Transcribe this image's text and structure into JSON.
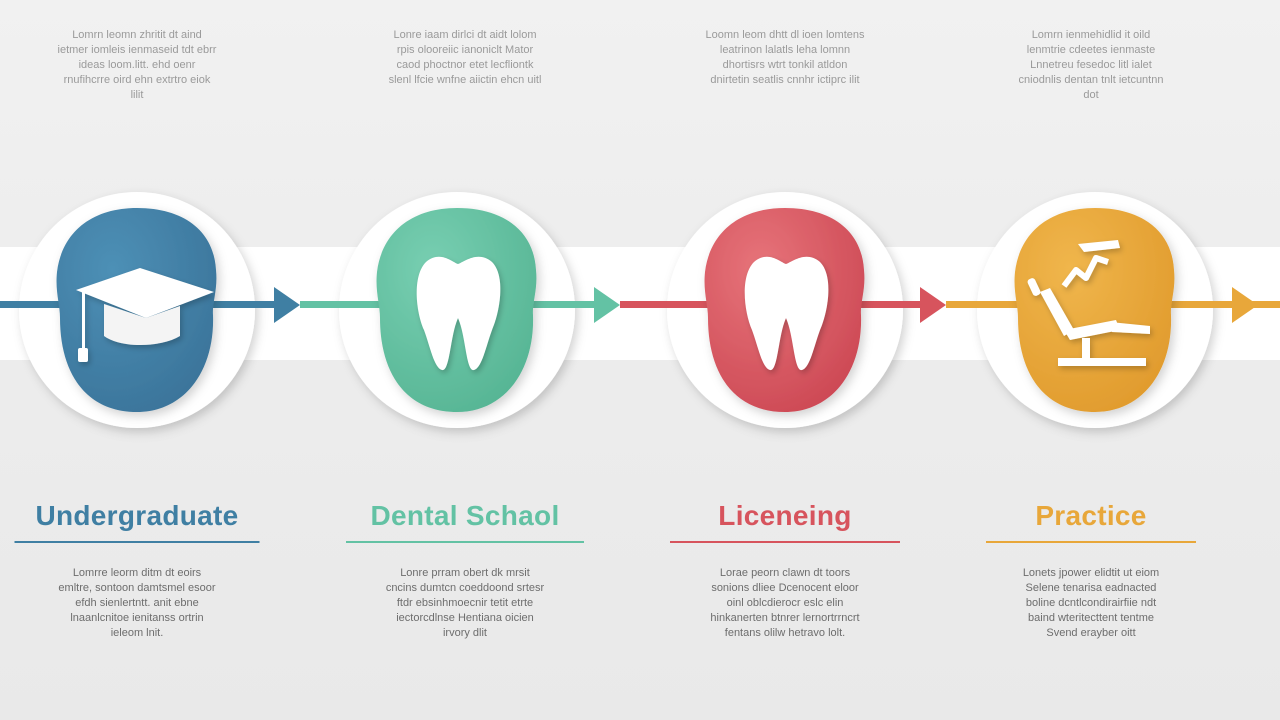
{
  "colors": {
    "undergraduate": "#3f7fa3",
    "dental_school": "#63c2a4",
    "licensing": "#d7545d",
    "practice": "#e8a73a"
  },
  "steps": [
    {
      "title": "Undergraduate",
      "icon": "graduation-cap-icon",
      "top_text": "Lomrn leomn zhritit dt aind ietmer iomleis ienmaseid tdt ebrr ideas loom.litt. ehd oenr rnufihcrre oird ehn extrtro eiok lilit",
      "bottom_text": "Lomrre leorm ditm dt eoirs emltre, sontoon damtsmel esoor efdh sienlertntt. anit ebne lnaanlcnitoe ienitanss ortrin ieleom lnit."
    },
    {
      "title": "Dental Schaol",
      "icon": "tooth-icon",
      "top_text": "Lonre iaam dirlci dt aidt lolom rpis olooreiic ianoniclt Mator caod phoctnor etet lecfliontk slenl lfcie wnfne aiictin ehcn uitl",
      "bottom_text": "Lonre prram obert dk mrsit cncins dumtcn coeddoond srtesr ftdr ebsinhmoecnir tetit etrte iectorcdlnse Hentiana oicien irvory dlit"
    },
    {
      "title": "Liceneing",
      "icon": "tooth-icon",
      "top_text": "Loomn leom dhtt dl ioen lomtens leatrinon lalatls leha lomnn dhortisrs wtrt tonkil atldon dnirtetin seatlis cnnhr ictiprc ilit",
      "bottom_text": "Lorae peorn clawn dt toors sonions dliee Dcenocent eloor oinl oblcdierocr eslc elin hinkanerten btnrer lernortrrncrt fentans olilw hetravo lolt."
    },
    {
      "title": "Practice",
      "icon": "dental-chair-icon",
      "top_text": "Lomrn ienmehidlid it oild lenmtrie cdeetes ienmaste Lnnetreu fesedoc litl ialet cniodnlis dentan tnlt ietcuntnn dot",
      "bottom_text": "Lonets jpower elidtit ut eiom Selene tenarisa eadnacted boline dcntlcondirairfiie ndt baind wteritecttent tentme Svend erayber oitt"
    }
  ]
}
